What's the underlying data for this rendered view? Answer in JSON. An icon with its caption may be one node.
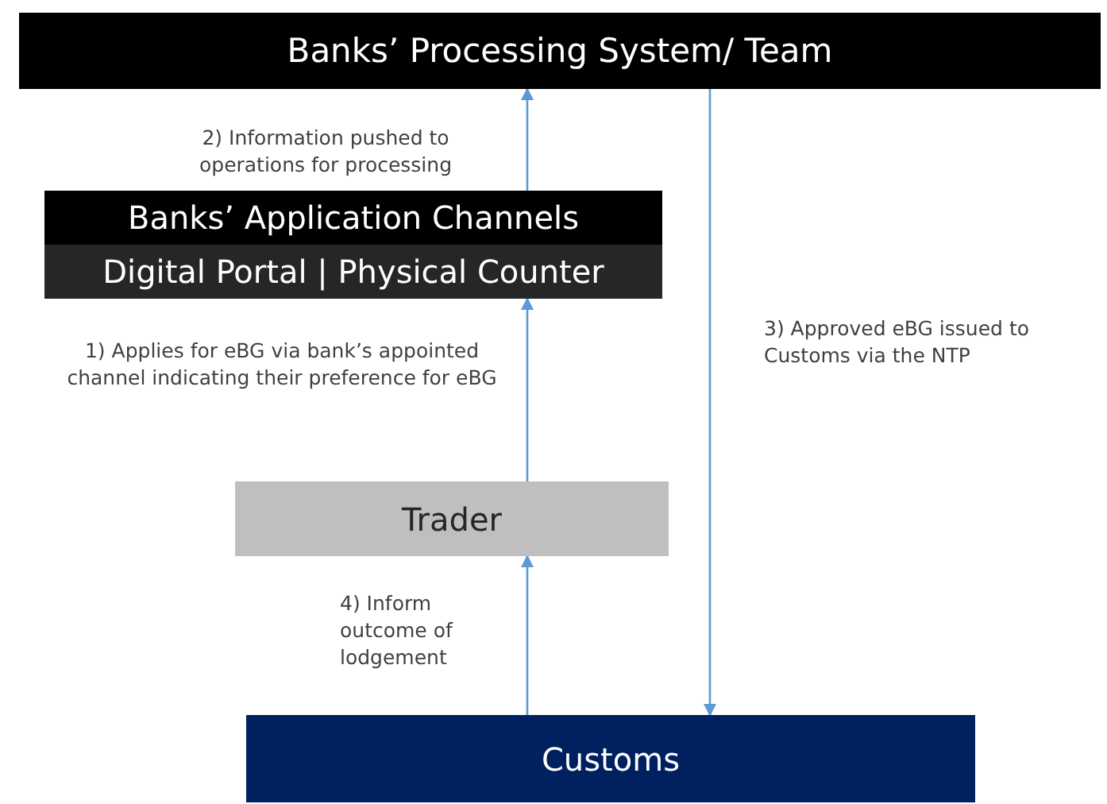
{
  "diagram": {
    "nodes": [
      {
        "text": [
          "Banks’ Processing System/ Team"
        ]
      },
      {
        "text": [
          "Banks’ Application Channels",
          "Digital Portal | Physical Counter"
        ]
      },
      {
        "text": [
          "Trader"
        ]
      },
      {
        "text": [
          "Customs"
        ]
      }
    ],
    "edges": [
      {
        "from": 2,
        "to": 1,
        "arrow": "to",
        "label": "1) Applies for eBG via bank’s appointed channel indicating their preference for eBG"
      },
      {
        "from": 1,
        "to": 0,
        "arrow": "to",
        "label": "2) Information pushed to operations for processing"
      },
      {
        "from": 0,
        "to": 3,
        "arrow": "to",
        "label": "3) Approved eBG issued to Customs via the NTP"
      },
      {
        "from": 3,
        "to": 2,
        "arrow": "to",
        "label": "4) Inform outcome of lodgement"
      }
    ]
  }
}
